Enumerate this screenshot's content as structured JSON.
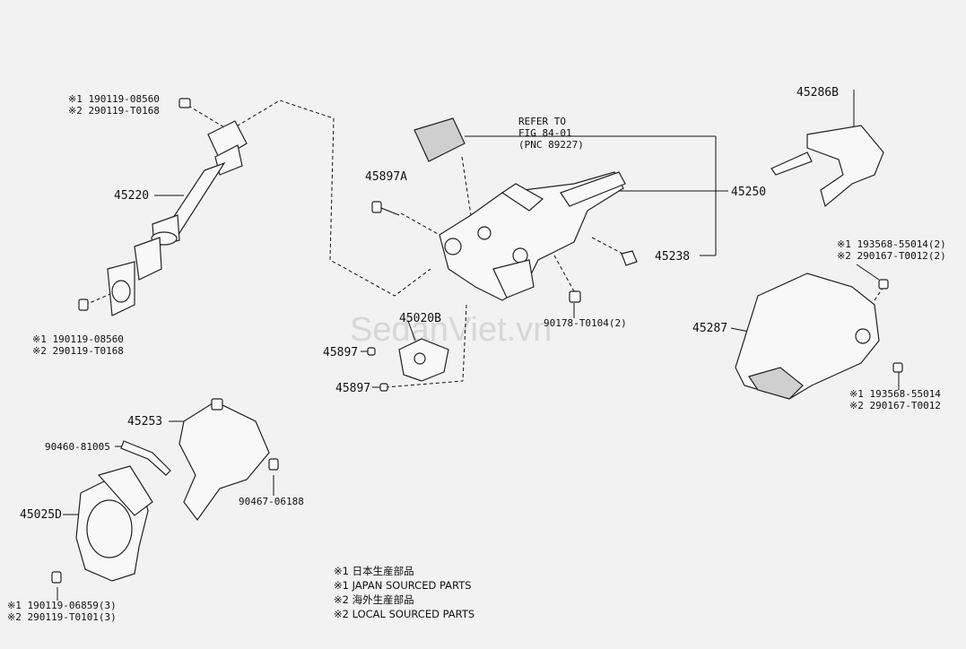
{
  "watermark": "SedanViet.vn",
  "labels": {
    "l_190119_08560_top": "※1 190119-08560",
    "l_290119_T0168_top": "※2 290119-T0168",
    "l_45220": "45220",
    "l_190119_08560_bot": "※1 190119-08560",
    "l_290119_T0168_bot": "※2 290119-T0168",
    "l_45253": "45253",
    "l_90460_81005": "90460-81005",
    "l_45025D": "45025D",
    "l_90467_06188": "90467-06188",
    "l_190119_06859": "※1 190119-06859(3)",
    "l_290119_T0101": "※2 290119-T0101(3)",
    "l_refer_1": "REFER TO",
    "l_refer_2": "FIG 84-01",
    "l_refer_3": "(PNC 89227)",
    "l_45897A": "45897A",
    "l_45250": "45250",
    "l_45238": "45238",
    "l_90178": "90178-T0104(2)",
    "l_45020B": "45020B",
    "l_45897_a": "45897",
    "l_45897_b": "45897",
    "l_45286B": "45286B",
    "l_193568_55014_2": "※1 193568-55014(2)",
    "l_290167_T0012_2": "※2 290167-T0012(2)",
    "l_45287": "45287",
    "l_193568_55014": "※1 193568-55014",
    "l_290167_T0012": "※2 290167-T0012"
  },
  "notes": [
    "※1 日本生産部品",
    "※1 JAPAN SOURCED PARTS",
    "※2 海外生産部品",
    "※2 LOCAL SOURCED PARTS"
  ]
}
